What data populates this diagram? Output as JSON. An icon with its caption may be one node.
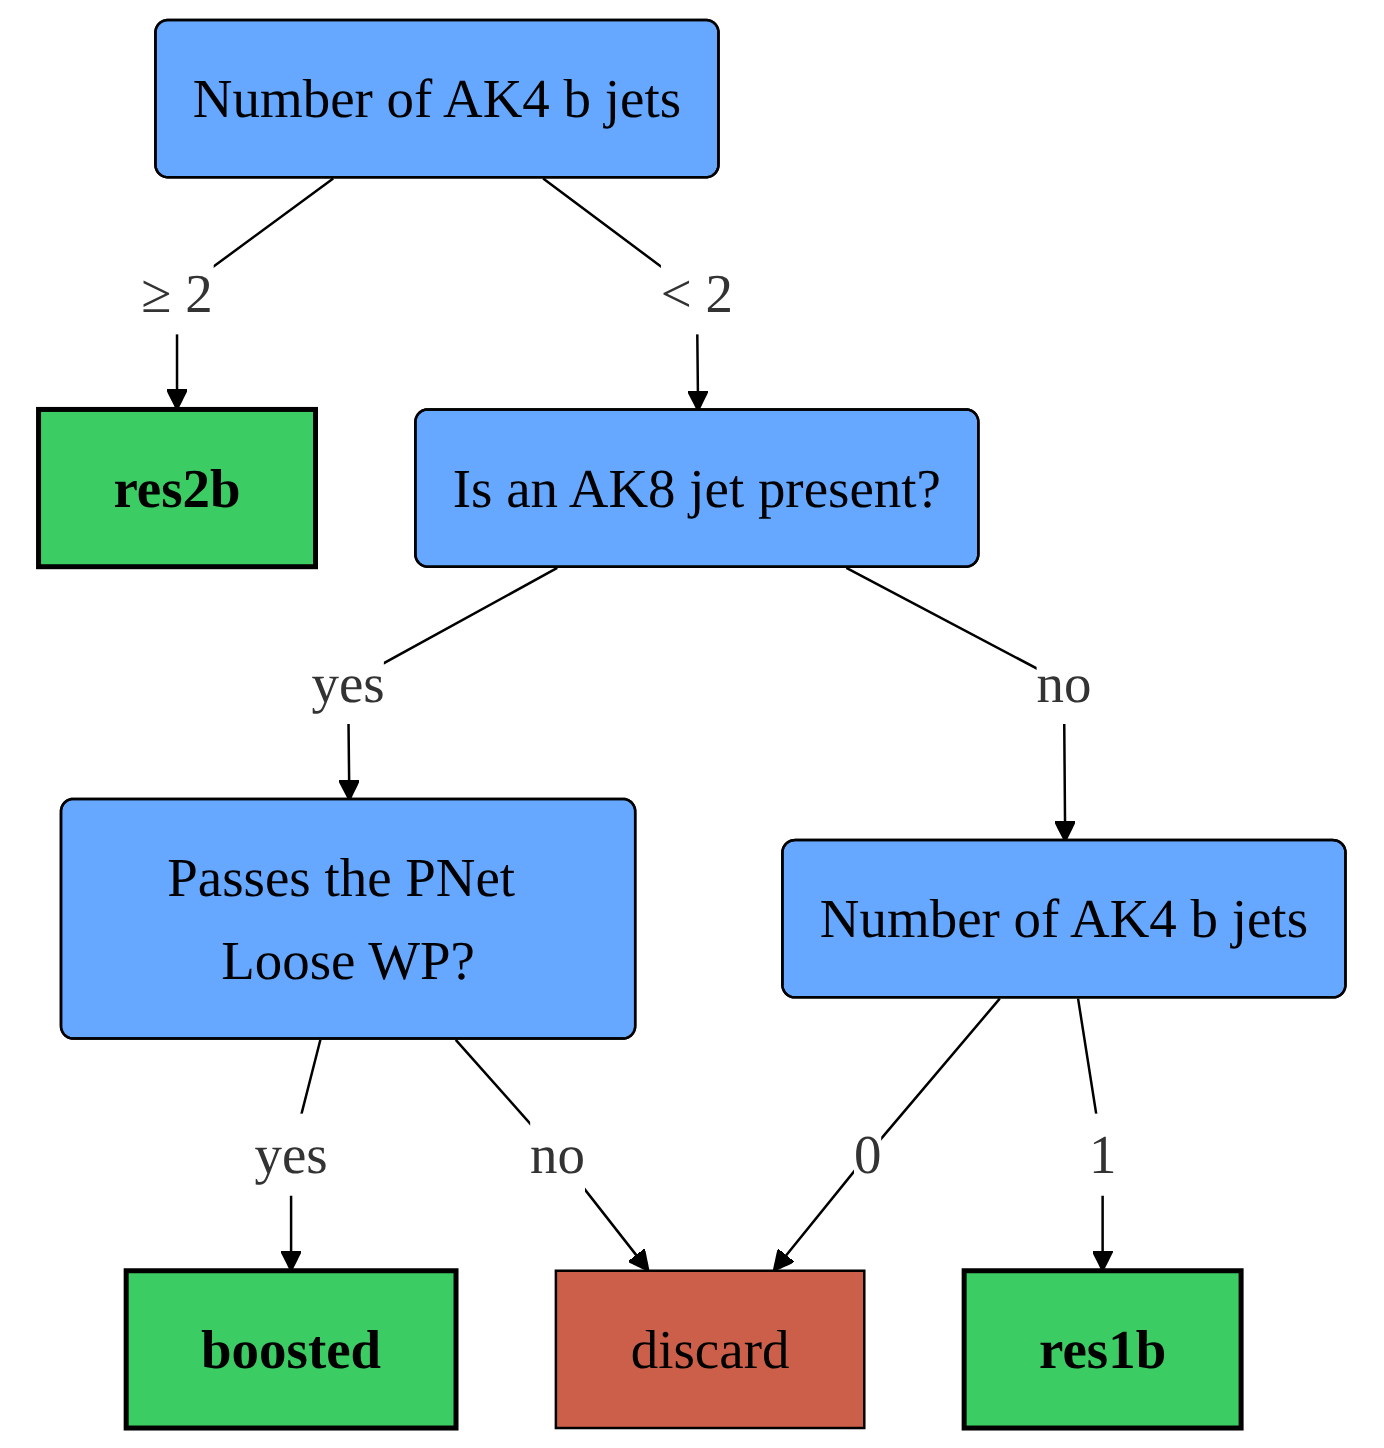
{
  "diagram": {
    "nodes": [
      {
        "text": [
          "Number of AK4 b jets"
        ]
      },
      {
        "text": [
          "res2b"
        ]
      },
      {
        "text": [
          "Is an AK8 jet present?"
        ]
      },
      {
        "text": [
          "Passes the PNet Loose WP?"
        ]
      },
      {
        "text": [
          "Number of AK4 b jets"
        ]
      },
      {
        "text": [
          "boosted"
        ]
      },
      {
        "text": [
          "discard"
        ]
      },
      {
        "text": [
          "res1b"
        ]
      }
    ],
    "edges": [
      {
        "from": 0,
        "to": 1,
        "arrow": "to",
        "label": "≥ 2"
      },
      {
        "from": 0,
        "to": 2,
        "arrow": "to",
        "label": "< 2"
      },
      {
        "from": 2,
        "to": 3,
        "arrow": "to",
        "label": "yes"
      },
      {
        "from": 2,
        "to": 4,
        "arrow": "to",
        "label": "no"
      },
      {
        "from": 3,
        "to": 5,
        "arrow": "to",
        "label": "yes"
      },
      {
        "from": 3,
        "to": 6,
        "arrow": "to",
        "label": "no"
      },
      {
        "from": 4,
        "to": 6,
        "arrow": "to",
        "label": "0"
      },
      {
        "from": 4,
        "to": 7,
        "arrow": "to",
        "label": "1"
      }
    ]
  }
}
